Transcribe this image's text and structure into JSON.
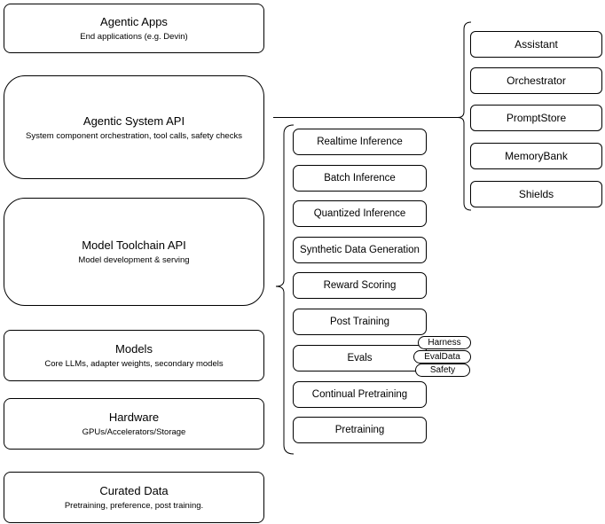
{
  "colors": {
    "stroke": "#000000",
    "background": "#ffffff"
  },
  "left_stack": {
    "items": [
      {
        "title": "Agentic Apps",
        "subtitle": "End applications (e.g. Devin)"
      },
      {
        "title": "Agentic System API",
        "subtitle": "System component orchestration, tool calls, safety checks"
      },
      {
        "title": "Model Toolchain API",
        "subtitle": "Model development & serving"
      },
      {
        "title": "Models",
        "subtitle": "Core LLMs, adapter weights, secondary models"
      },
      {
        "title": "Hardware",
        "subtitle": "GPUs/Accelerators/Storage"
      },
      {
        "title": "Curated Data",
        "subtitle": "Pretraining, preference, post training."
      }
    ]
  },
  "toolchain_group": {
    "items": [
      {
        "label": "Realtime Inference"
      },
      {
        "label": "Batch Inference"
      },
      {
        "label": "Quantized Inference"
      },
      {
        "label": "Synthetic Data Generation"
      },
      {
        "label": "Reward Scoring"
      },
      {
        "label": "Post Training"
      },
      {
        "label": "Evals"
      },
      {
        "label": "Continual Pretraining"
      },
      {
        "label": "Pretraining"
      }
    ],
    "eval_tags": [
      {
        "label": "Harness"
      },
      {
        "label": "EvalData"
      },
      {
        "label": "Safety"
      }
    ]
  },
  "system_group": {
    "items": [
      {
        "label": "Assistant"
      },
      {
        "label": "Orchestrator"
      },
      {
        "label": "PromptStore"
      },
      {
        "label": "MemoryBank"
      },
      {
        "label": "Shields"
      }
    ]
  }
}
